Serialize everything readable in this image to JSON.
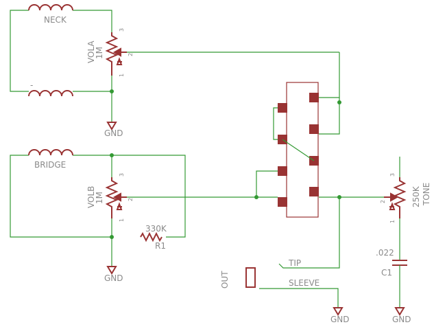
{
  "pickups": {
    "neck": "NECK",
    "neck_minus": "-",
    "bridge": "BRIDGE"
  },
  "pots": {
    "vola": {
      "name": "VOLA",
      "value": "1M"
    },
    "volb": {
      "name": "VOLB",
      "value": "1M"
    },
    "tone": {
      "name": "TONE",
      "value": "250K"
    },
    "pins": {
      "p1": "1",
      "p2": "2",
      "p3": "3"
    }
  },
  "resistor": {
    "value": "330K",
    "name": "R1"
  },
  "capacitor": {
    "value": ".022",
    "name": "C1"
  },
  "jack": {
    "name": "OUT",
    "tip": "TIP",
    "sleeve": "SLEEVE"
  },
  "ground": {
    "label": "GND"
  },
  "colors": {
    "wire": "#339933",
    "part": "#993333",
    "text": "#8a8a8a",
    "background": "#ffffff"
  }
}
